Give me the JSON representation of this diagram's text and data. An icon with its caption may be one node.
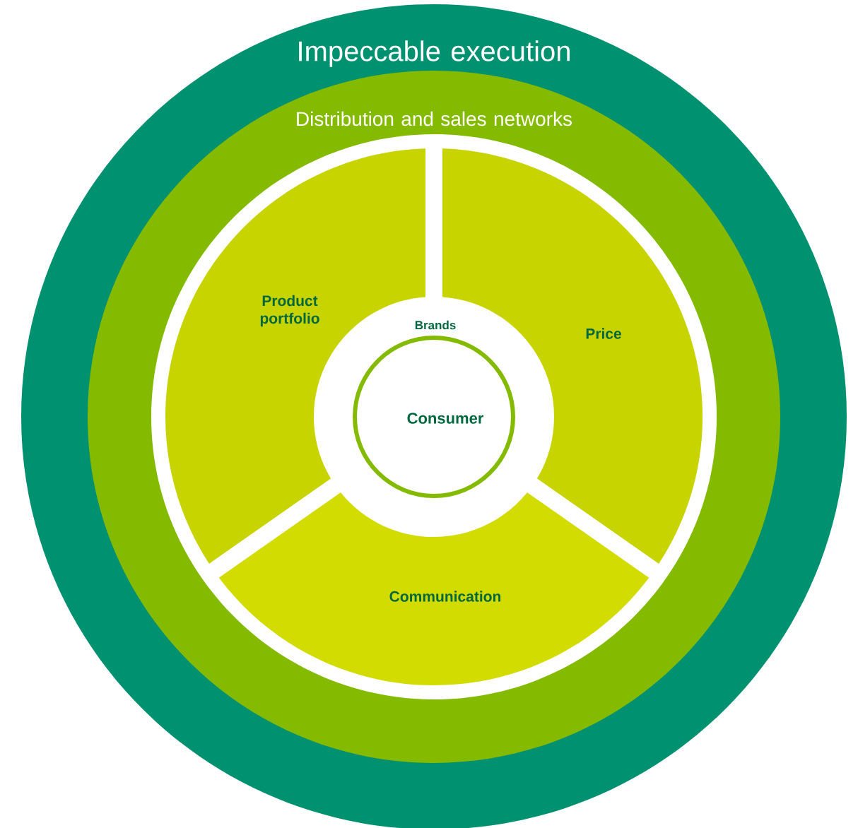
{
  "diagram": {
    "nodes": [
      {
        "text": [
          "Impeccable execution"
        ]
      },
      {
        "text": [
          "Distribution and sales networks"
        ],
        "in": 0
      },
      {
        "text": [
          "Product portfolio"
        ],
        "in": 1
      },
      {
        "text": [
          "Price"
        ],
        "in": 1
      },
      {
        "text": [
          "Communication"
        ],
        "in": 1
      },
      {
        "text": [
          "Brands"
        ],
        "in": 1
      },
      {
        "text": [
          "Consumer"
        ],
        "in": 5
      }
    ]
  }
}
